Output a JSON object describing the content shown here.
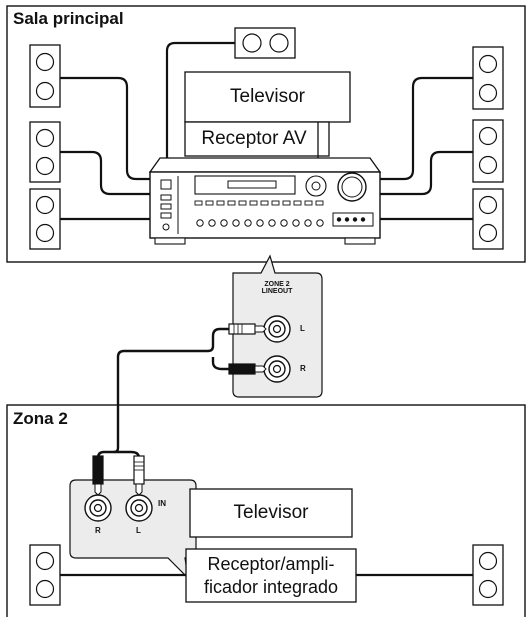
{
  "rooms": {
    "main": {
      "title": "Sala principal"
    },
    "zone2": {
      "title": "Zona 2"
    }
  },
  "main_room": {
    "tv_label": "Televisor",
    "receiver_label": "Receptor AV"
  },
  "zone_output": {
    "header": [
      "ZONE 2",
      "LINEOUT"
    ],
    "left_letter": "L",
    "right_letter": "R"
  },
  "zone2_room": {
    "tv_label": "Televisor",
    "amp_label_line1": "Receptor/ampli-",
    "amp_label_line2": "ficador integrado",
    "in_label": "IN",
    "right_letter": "R",
    "left_letter": "L"
  },
  "colors": {
    "line": "#111111",
    "panel_fill": "#ececec",
    "device_fill": "#ffffff"
  }
}
